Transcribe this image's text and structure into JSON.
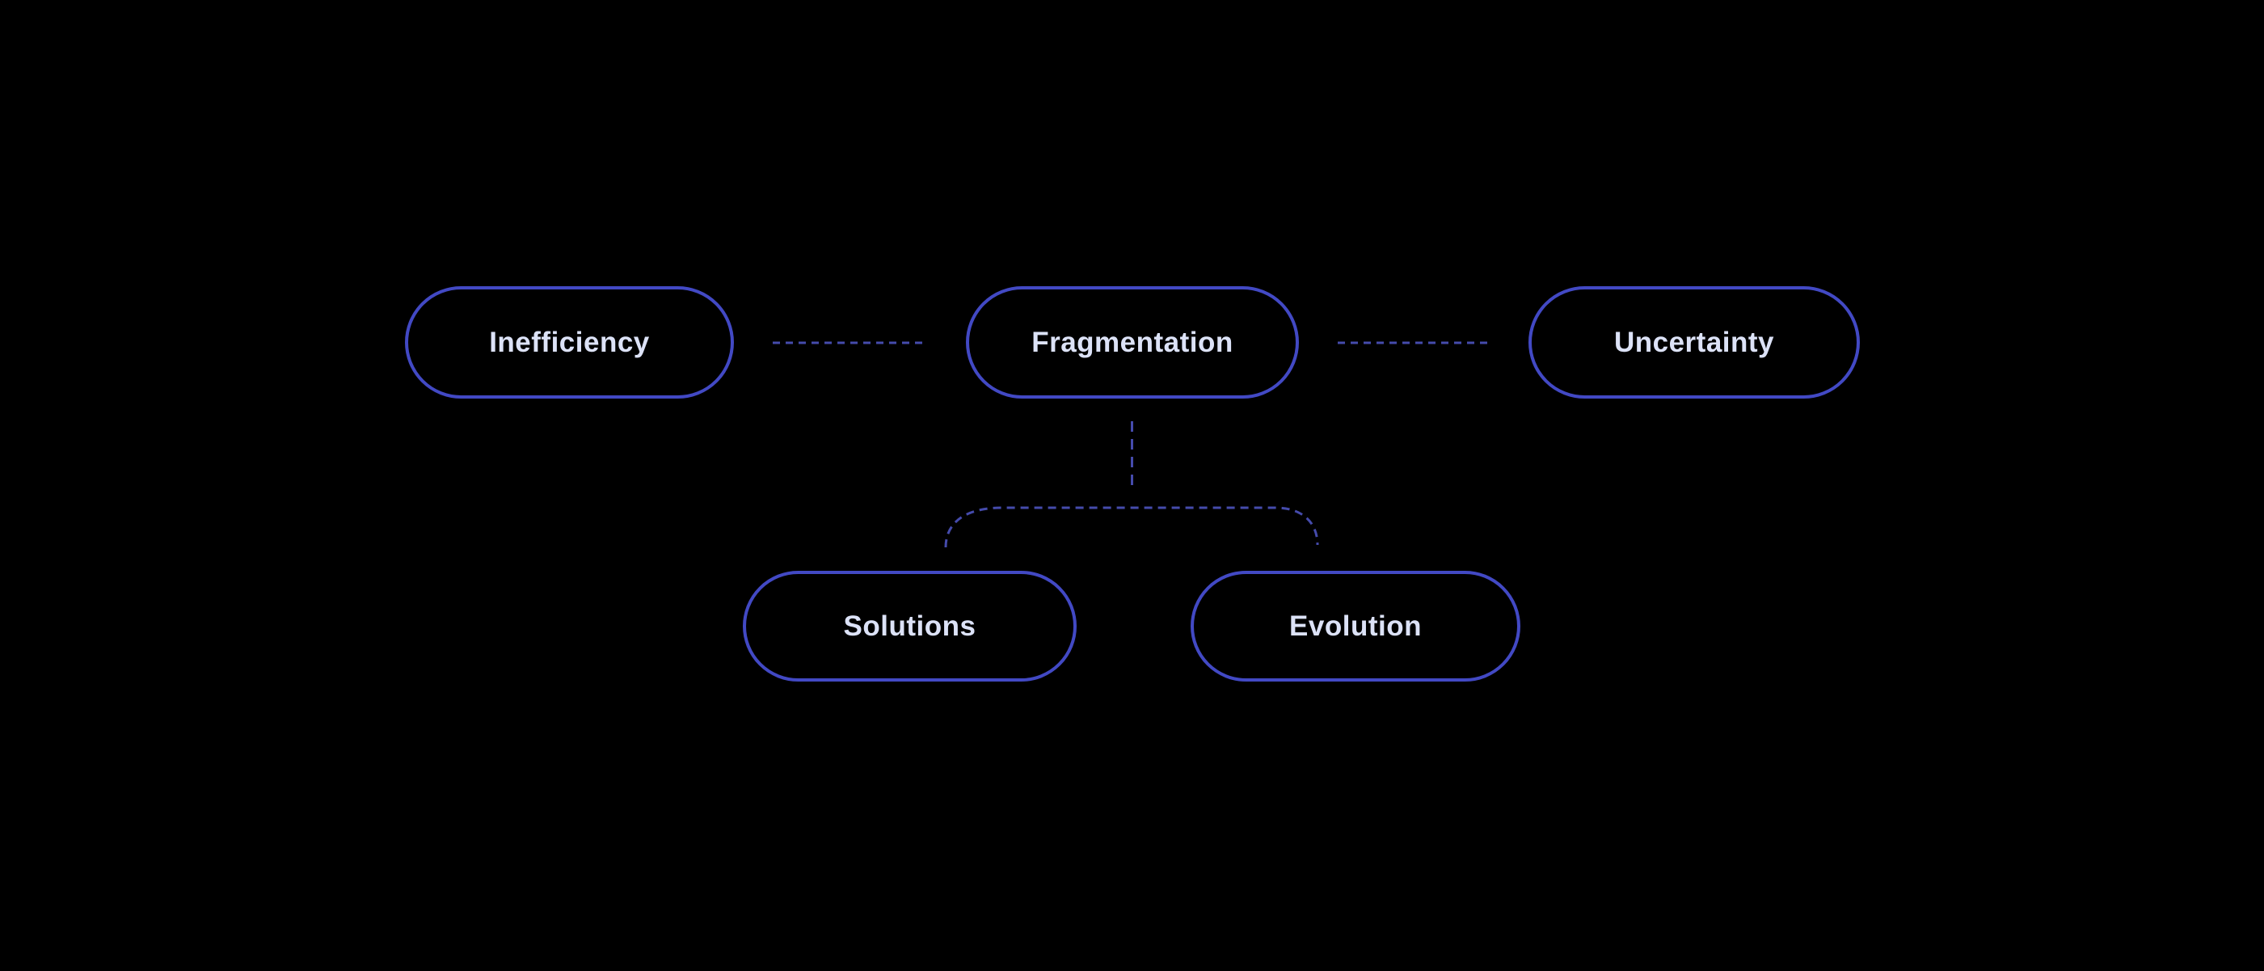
{
  "diagram": {
    "background": "#000000",
    "node_border_color": "#4249c4",
    "node_text_color": "#dce2f7",
    "connector_color": "#454bac",
    "nodes": [
      {
        "id": "inefficiency",
        "label": "Inefficiency"
      },
      {
        "id": "fragmentation",
        "label": "Fragmentation"
      },
      {
        "id": "uncertainty",
        "label": "Uncertainty"
      },
      {
        "id": "solutions",
        "label": "Solutions"
      },
      {
        "id": "evolution",
        "label": "Evolution"
      }
    ]
  }
}
